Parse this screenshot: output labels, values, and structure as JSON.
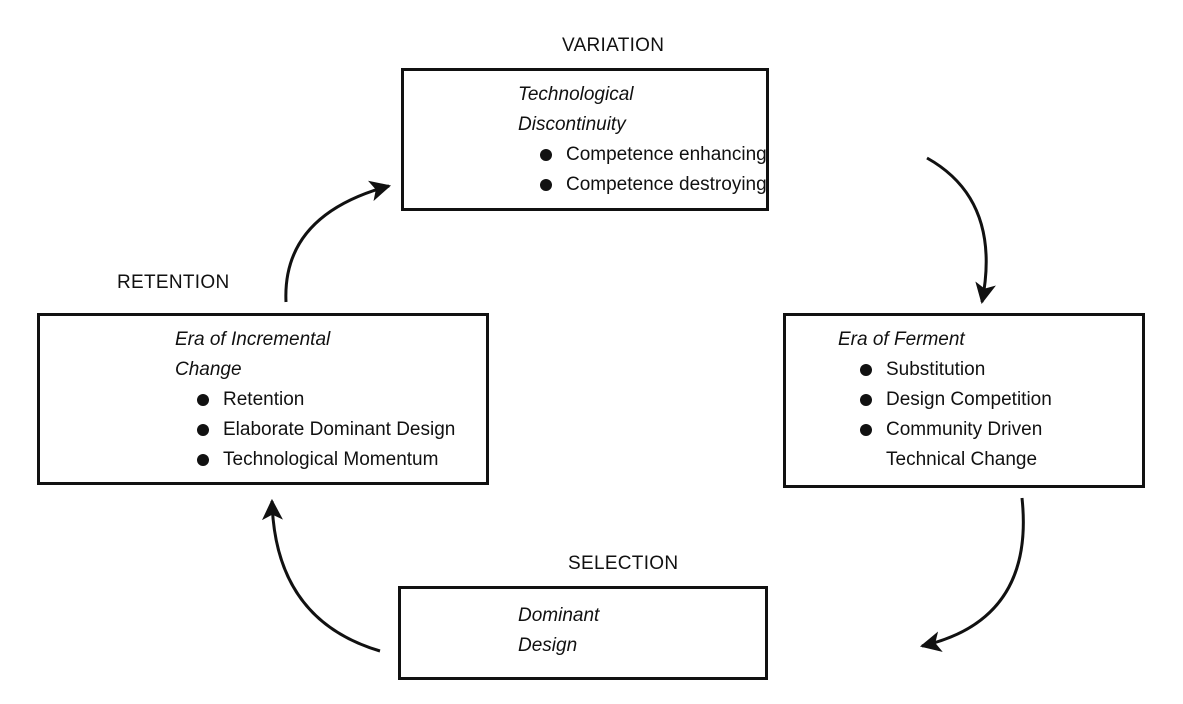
{
  "stages": {
    "variation": {
      "label": "VARIATION",
      "heading_lines": [
        "Technological",
        "Discontinuity"
      ],
      "bullets": [
        "Competence enhancing",
        "Competence destroying"
      ]
    },
    "ferment": {
      "heading_lines": [
        "Era of Ferment"
      ],
      "bullets": [
        "Substitution",
        "Design Competition",
        "Community Driven",
        "Technical Change"
      ]
    },
    "selection": {
      "label": "SELECTION",
      "heading_lines": [
        "Dominant",
        "Design"
      ]
    },
    "retention": {
      "label": "RETENTION",
      "heading_lines": [
        "Era of Incremental",
        "Change"
      ],
      "bullets": [
        "Retention",
        "Elaborate Dominant Design",
        "Technological Momentum"
      ]
    }
  },
  "colors": {
    "ink": "#111111",
    "background": "#ffffff"
  }
}
